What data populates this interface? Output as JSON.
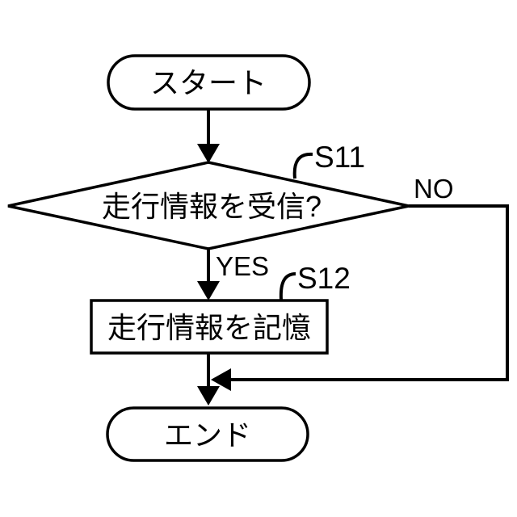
{
  "flowchart": {
    "nodes": {
      "start": {
        "type": "terminal",
        "label": "スタート"
      },
      "decision": {
        "type": "decision",
        "label": "走行情報を受信?",
        "step_id": "S11"
      },
      "process": {
        "type": "process",
        "label": "走行情報を記憶",
        "step_id": "S12"
      },
      "end": {
        "type": "terminal",
        "label": "エンド"
      }
    },
    "edges": {
      "yes_label": "YES",
      "no_label": "NO"
    },
    "colors": {
      "ink": "#000000",
      "paper": "#ffffff"
    }
  }
}
